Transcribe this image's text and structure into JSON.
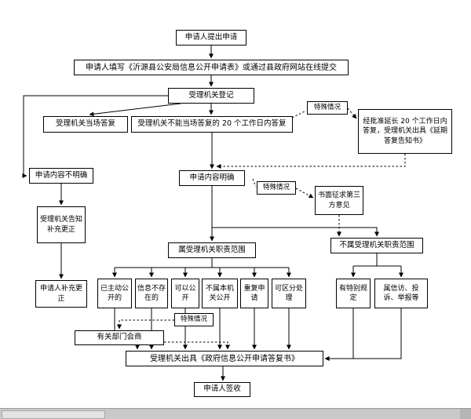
{
  "page": {
    "background": "#ffffff",
    "line_color": "#000000",
    "box_fill": "#ffffff",
    "box_border": "#000000"
  },
  "nodes": {
    "submit": "申请人提出申请",
    "fill_form": "申请人填写《沂源县公安局信息公开申请表》或通过县政府网站在线提交",
    "register": "受理机关登记",
    "onspot_reply": "受理机关当场答复",
    "delayed_reply": "受理机关不能当场答复的 20 个工作日内答复",
    "special_case_top": "特殊情况",
    "extended_reply": "经批准延长 20 个工作日内答复，受理机关出具《延期答复告知书》",
    "content_unclear": "申请内容不明确",
    "content_clear": "申请内容明确",
    "special_case_mid": "特殊情况",
    "third_party": "书面征求第三方意见",
    "notify_correction": "受理机关告知补充更正",
    "in_scope": "属受理机关职责范围",
    "out_scope": "不属受理机关职责范围",
    "applicant_correction": "申请人补充更正",
    "proactive_disclosed": "已主动公开的",
    "info_nonexistent": "信息不存在的",
    "can_disclose": "可以公开",
    "not_this_authority": "不属本机关公开",
    "duplicate_request": "重复申请",
    "separable_handling": "可区分处理",
    "special_provisions": "有特别规定",
    "petition_complaint": "属信访、投诉、举报等",
    "special_case_bottom": "特殊情况",
    "dept_consultation": "有关部门会商",
    "issue_reply": "受理机关出具《政府信息公开申请答复书》",
    "applicant_sign": "申请人签收"
  }
}
